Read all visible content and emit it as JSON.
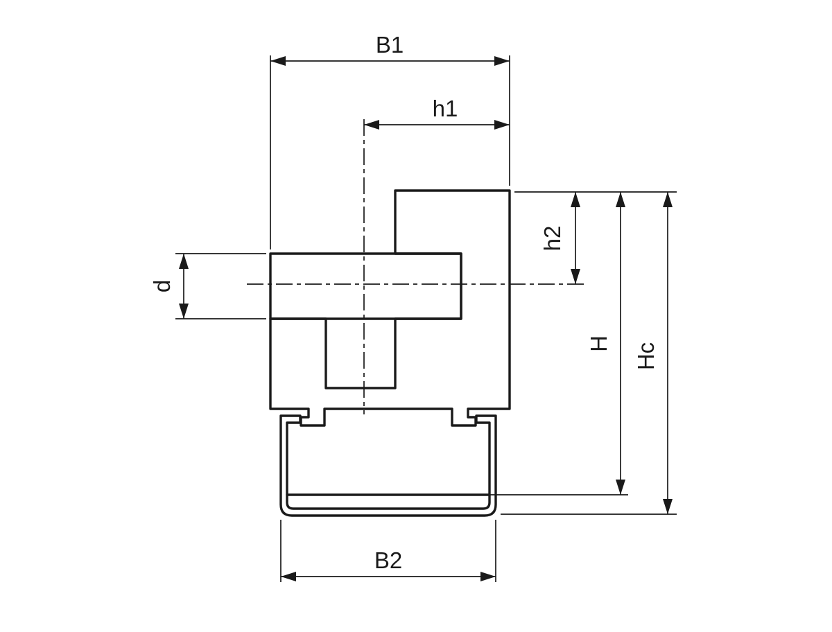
{
  "drawing": {
    "type": "dimensioned cross-section technical drawing",
    "background": "#ffffff",
    "line_color": "#1a1a1a",
    "dimension_labels": {
      "b1": "B1",
      "h1": "h1",
      "h2": "h2",
      "d": "d",
      "h": "H",
      "hc": "Hc",
      "b2": "B2"
    }
  }
}
